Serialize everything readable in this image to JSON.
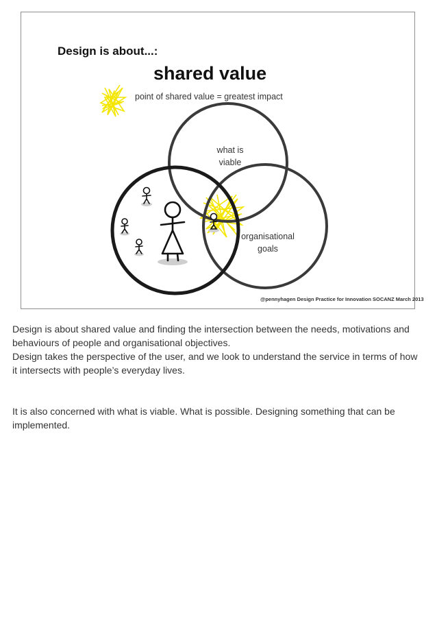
{
  "slide": {
    "heading": "Design is about...:",
    "title": "shared value",
    "subtitle": "point of shared value = greatest impact",
    "circles": {
      "viable": [
        "what is",
        "viable"
      ],
      "goals": [
        "organisational",
        "goals"
      ]
    },
    "credit": "@pennyhagen Design Practice for Innovation SOCANZ March 2013",
    "highlight_color": "#f4e600"
  },
  "notes": {
    "paragraph1_line1": "Design is about shared value and finding the intersection between the needs, motivations and behaviours of people and organisational objectives.",
    "paragraph1_line2": "Design takes the perspective of the user, and we look to understand the service in terms of how it intersects with people’s everyday lives.",
    "paragraph2": "It is also concerned with what is viable. What is possible. Designing something that can be implemented."
  }
}
